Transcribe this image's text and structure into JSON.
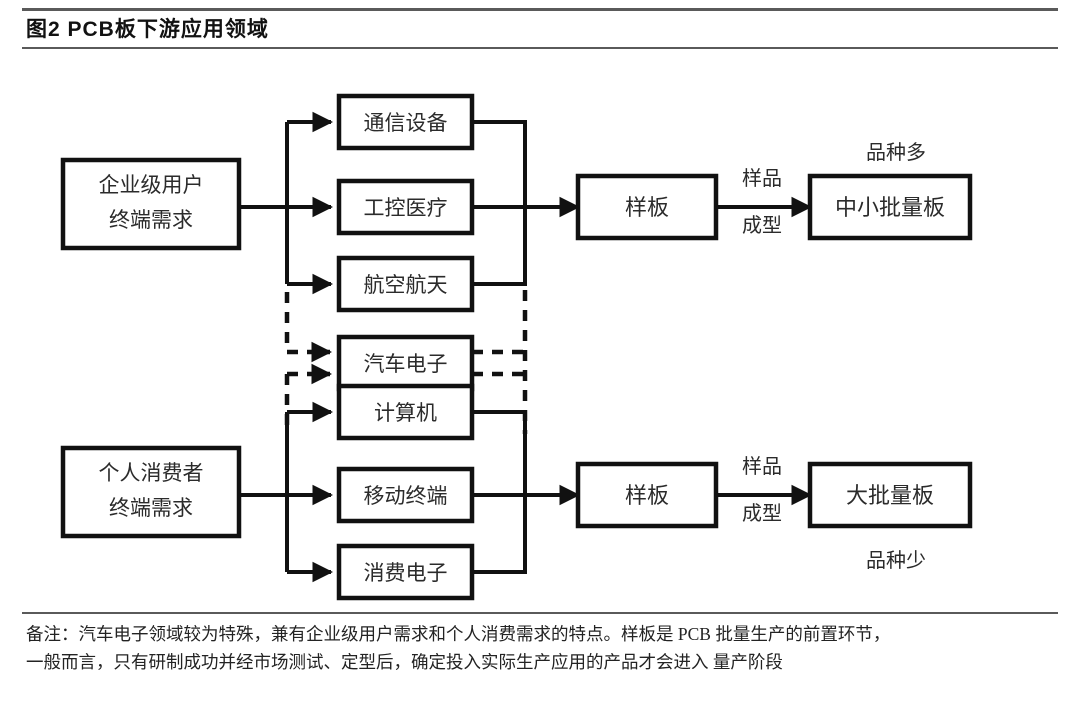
{
  "title": "图2  PCB板下游应用领域",
  "diagram": {
    "type": "flowchart",
    "sources": [
      {
        "id": "enterprise",
        "label_line1": "企业级用户",
        "label_line2": "终端需求"
      },
      {
        "id": "consumer",
        "label_line1": "个人消费者",
        "label_line2": "终端需求"
      }
    ],
    "applications": [
      {
        "id": "telecom",
        "label": "通信设备",
        "group": "enterprise",
        "style": "solid"
      },
      {
        "id": "industrial-medical",
        "label": "工控医疗",
        "group": "enterprise",
        "style": "solid"
      },
      {
        "id": "aerospace",
        "label": "航空航天",
        "group": "enterprise",
        "style": "solid"
      },
      {
        "id": "automotive",
        "label": "汽车电子",
        "group": "both",
        "style": "dashed"
      },
      {
        "id": "computer",
        "label": "计算机",
        "group": "consumer",
        "style": "solid"
      },
      {
        "id": "mobile",
        "label": "移动终端",
        "group": "consumer",
        "style": "solid"
      },
      {
        "id": "consumer-electronics",
        "label": "消费电子",
        "group": "consumer",
        "style": "solid"
      }
    ],
    "stages": [
      {
        "id": "sample-top",
        "label": "样板"
      },
      {
        "id": "sample-bottom",
        "label": "样板"
      }
    ],
    "outputs": [
      {
        "id": "small-batch",
        "label": "中小批量板",
        "note": "品种多",
        "note_position": "above"
      },
      {
        "id": "mass-batch",
        "label": "大批量板",
        "note": "品种少",
        "note_position": "below"
      }
    ],
    "edge_labels": [
      {
        "id": "sample-forming-top",
        "line1": "样品",
        "line2": "成型"
      },
      {
        "id": "sample-forming-bottom",
        "line1": "样品",
        "line2": "成型"
      }
    ],
    "colors": {
      "stroke": "#111111",
      "box_fill": "#ffffff",
      "text": "#2b2b2b",
      "rule": "#5a5a5a"
    }
  },
  "footnote": {
    "line1": "备注：汽车电子领域较为特殊，兼有企业级用户需求和个人消费需求的特点。样板是 PCB 批量生产的前置环节，",
    "line2": "一般而言，只有研制成功并经市场测试、定型后，确定投入实际生产应用的产品才会进入 量产阶段"
  }
}
